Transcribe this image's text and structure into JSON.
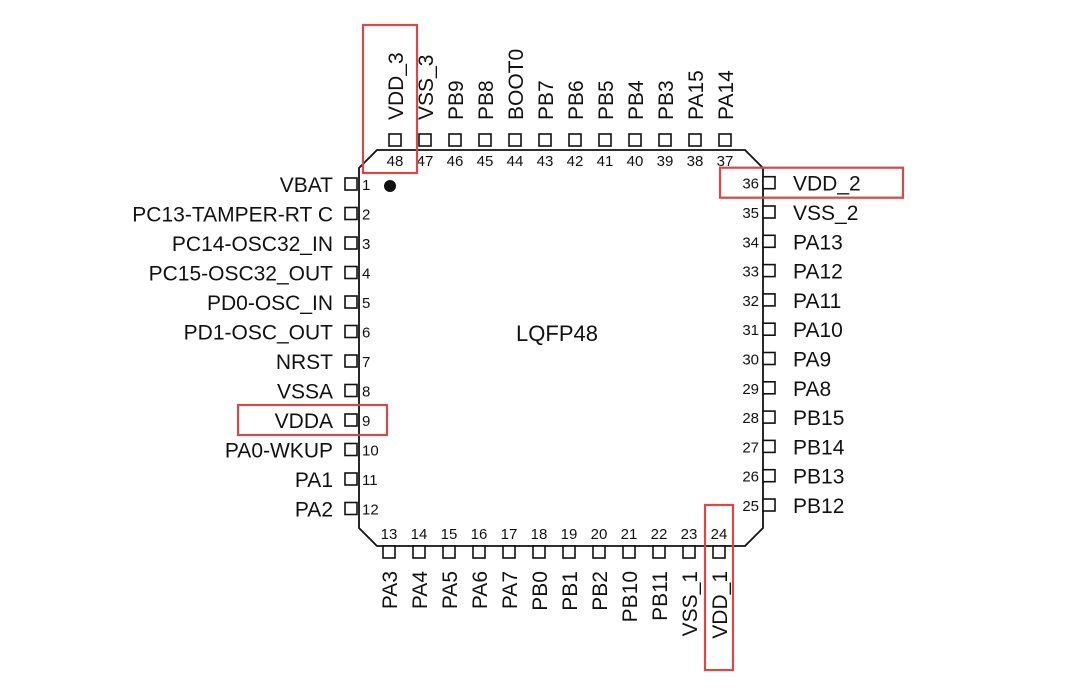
{
  "package": {
    "name": "LQFP48"
  },
  "figure_ref": "ai14392",
  "colors": {
    "line": "#111111",
    "highlight": "#d24a4a",
    "background": "#ffffff"
  },
  "pins": {
    "left": [
      {
        "num": "1",
        "name": "VBAT"
      },
      {
        "num": "2",
        "name": "PC13-TAMPER-RT C"
      },
      {
        "num": "3",
        "name": "PC14-OSC32_IN"
      },
      {
        "num": "4",
        "name": "PC15-OSC32_OUT"
      },
      {
        "num": "5",
        "name": "PD0-OSC_IN"
      },
      {
        "num": "6",
        "name": "PD1-OSC_OUT"
      },
      {
        "num": "7",
        "name": "NRST"
      },
      {
        "num": "8",
        "name": "VSSA"
      },
      {
        "num": "9",
        "name": "VDDA"
      },
      {
        "num": "10",
        "name": "PA0-WKUP"
      },
      {
        "num": "11",
        "name": "PA1"
      },
      {
        "num": "12",
        "name": "PA2"
      }
    ],
    "bottom": [
      {
        "num": "13",
        "name": "PA3"
      },
      {
        "num": "14",
        "name": "PA4"
      },
      {
        "num": "15",
        "name": "PA5"
      },
      {
        "num": "16",
        "name": "PA6"
      },
      {
        "num": "17",
        "name": "PA7"
      },
      {
        "num": "18",
        "name": "PB0"
      },
      {
        "num": "19",
        "name": "PB1"
      },
      {
        "num": "20",
        "name": "PB2"
      },
      {
        "num": "21",
        "name": "PB10"
      },
      {
        "num": "22",
        "name": "PB11"
      },
      {
        "num": "23",
        "name": "VSS_1"
      },
      {
        "num": "24",
        "name": "VDD_1"
      }
    ],
    "right": [
      {
        "num": "25",
        "name": "PB12"
      },
      {
        "num": "26",
        "name": "PB13"
      },
      {
        "num": "27",
        "name": "PB14"
      },
      {
        "num": "28",
        "name": "PB15"
      },
      {
        "num": "29",
        "name": "PA8"
      },
      {
        "num": "30",
        "name": "PA9"
      },
      {
        "num": "31",
        "name": "PA10"
      },
      {
        "num": "32",
        "name": "PA11"
      },
      {
        "num": "33",
        "name": "PA12"
      },
      {
        "num": "34",
        "name": "PA13"
      },
      {
        "num": "35",
        "name": "VSS_2"
      },
      {
        "num": "36",
        "name": "VDD_2"
      }
    ],
    "top": [
      {
        "num": "37",
        "name": "PA14"
      },
      {
        "num": "38",
        "name": "PA15"
      },
      {
        "num": "39",
        "name": "PB3"
      },
      {
        "num": "40",
        "name": "PB4"
      },
      {
        "num": "41",
        "name": "PB5"
      },
      {
        "num": "42",
        "name": "PB6"
      },
      {
        "num": "43",
        "name": "PB7"
      },
      {
        "num": "44",
        "name": "BOOT0"
      },
      {
        "num": "45",
        "name": "PB8"
      },
      {
        "num": "46",
        "name": "PB9"
      },
      {
        "num": "47",
        "name": "VSS_3"
      },
      {
        "num": "48",
        "name": "VDD_3"
      }
    ]
  },
  "highlighted_pins": [
    "VDD_3",
    "VDD_2",
    "VDDA",
    "VDD_1"
  ]
}
